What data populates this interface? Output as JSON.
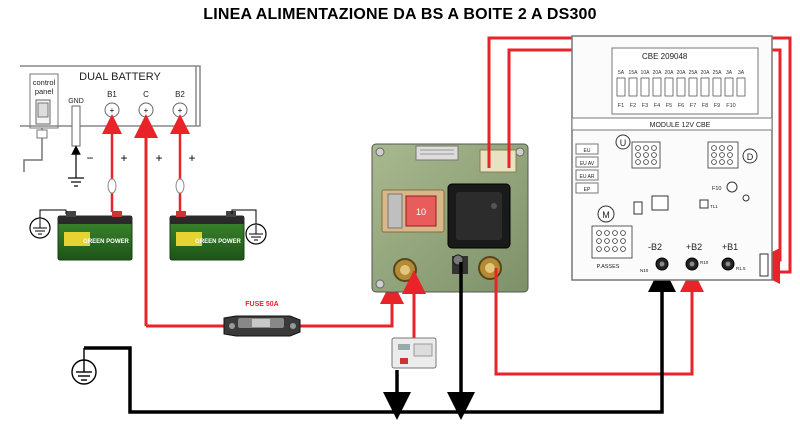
{
  "title": "LINEA ALIMENTAZIONE DA BS A BOITE 2 A DS300",
  "dual_battery": {
    "heading": "DUAL BATTERY",
    "control_panel": "control panel",
    "terminals": [
      "GND",
      "B1",
      "C",
      "B2"
    ],
    "polarity": {
      "neg": "−",
      "pos": "+"
    }
  },
  "battery_brand": "GREEN POWER",
  "fuse_label": "FUSE 50A",
  "relay_box": {
    "fuse_tag": "10"
  },
  "cbe_panel": {
    "header": "CBE 209048",
    "fuse_ratings": [
      "5A",
      "15A",
      "10A",
      "20A",
      "20A",
      "20A",
      "25A",
      "20A",
      "25A",
      "3A",
      "3A"
    ],
    "fuse_names": [
      "F1",
      "F2",
      "F3",
      "F4",
      "F5",
      "F6",
      "F7",
      "F8",
      "F9",
      "F10"
    ],
    "module": "MODULE 12V CBE",
    "side_labels": [
      "EU",
      "EU AV",
      "EU AR",
      "EP"
    ],
    "connectors": {
      "u": "U",
      "d": "D",
      "m": "M"
    },
    "f10": "F10",
    "passes": "P.ASSES",
    "terminals": [
      "-B2",
      "+B2",
      "+B1"
    ],
    "small_tags": [
      "N10",
      "R10",
      "R1.5",
      "TL1"
    ]
  },
  "colors": {
    "positive_wire": "#e8232a",
    "ground_wire": "#000000"
  }
}
